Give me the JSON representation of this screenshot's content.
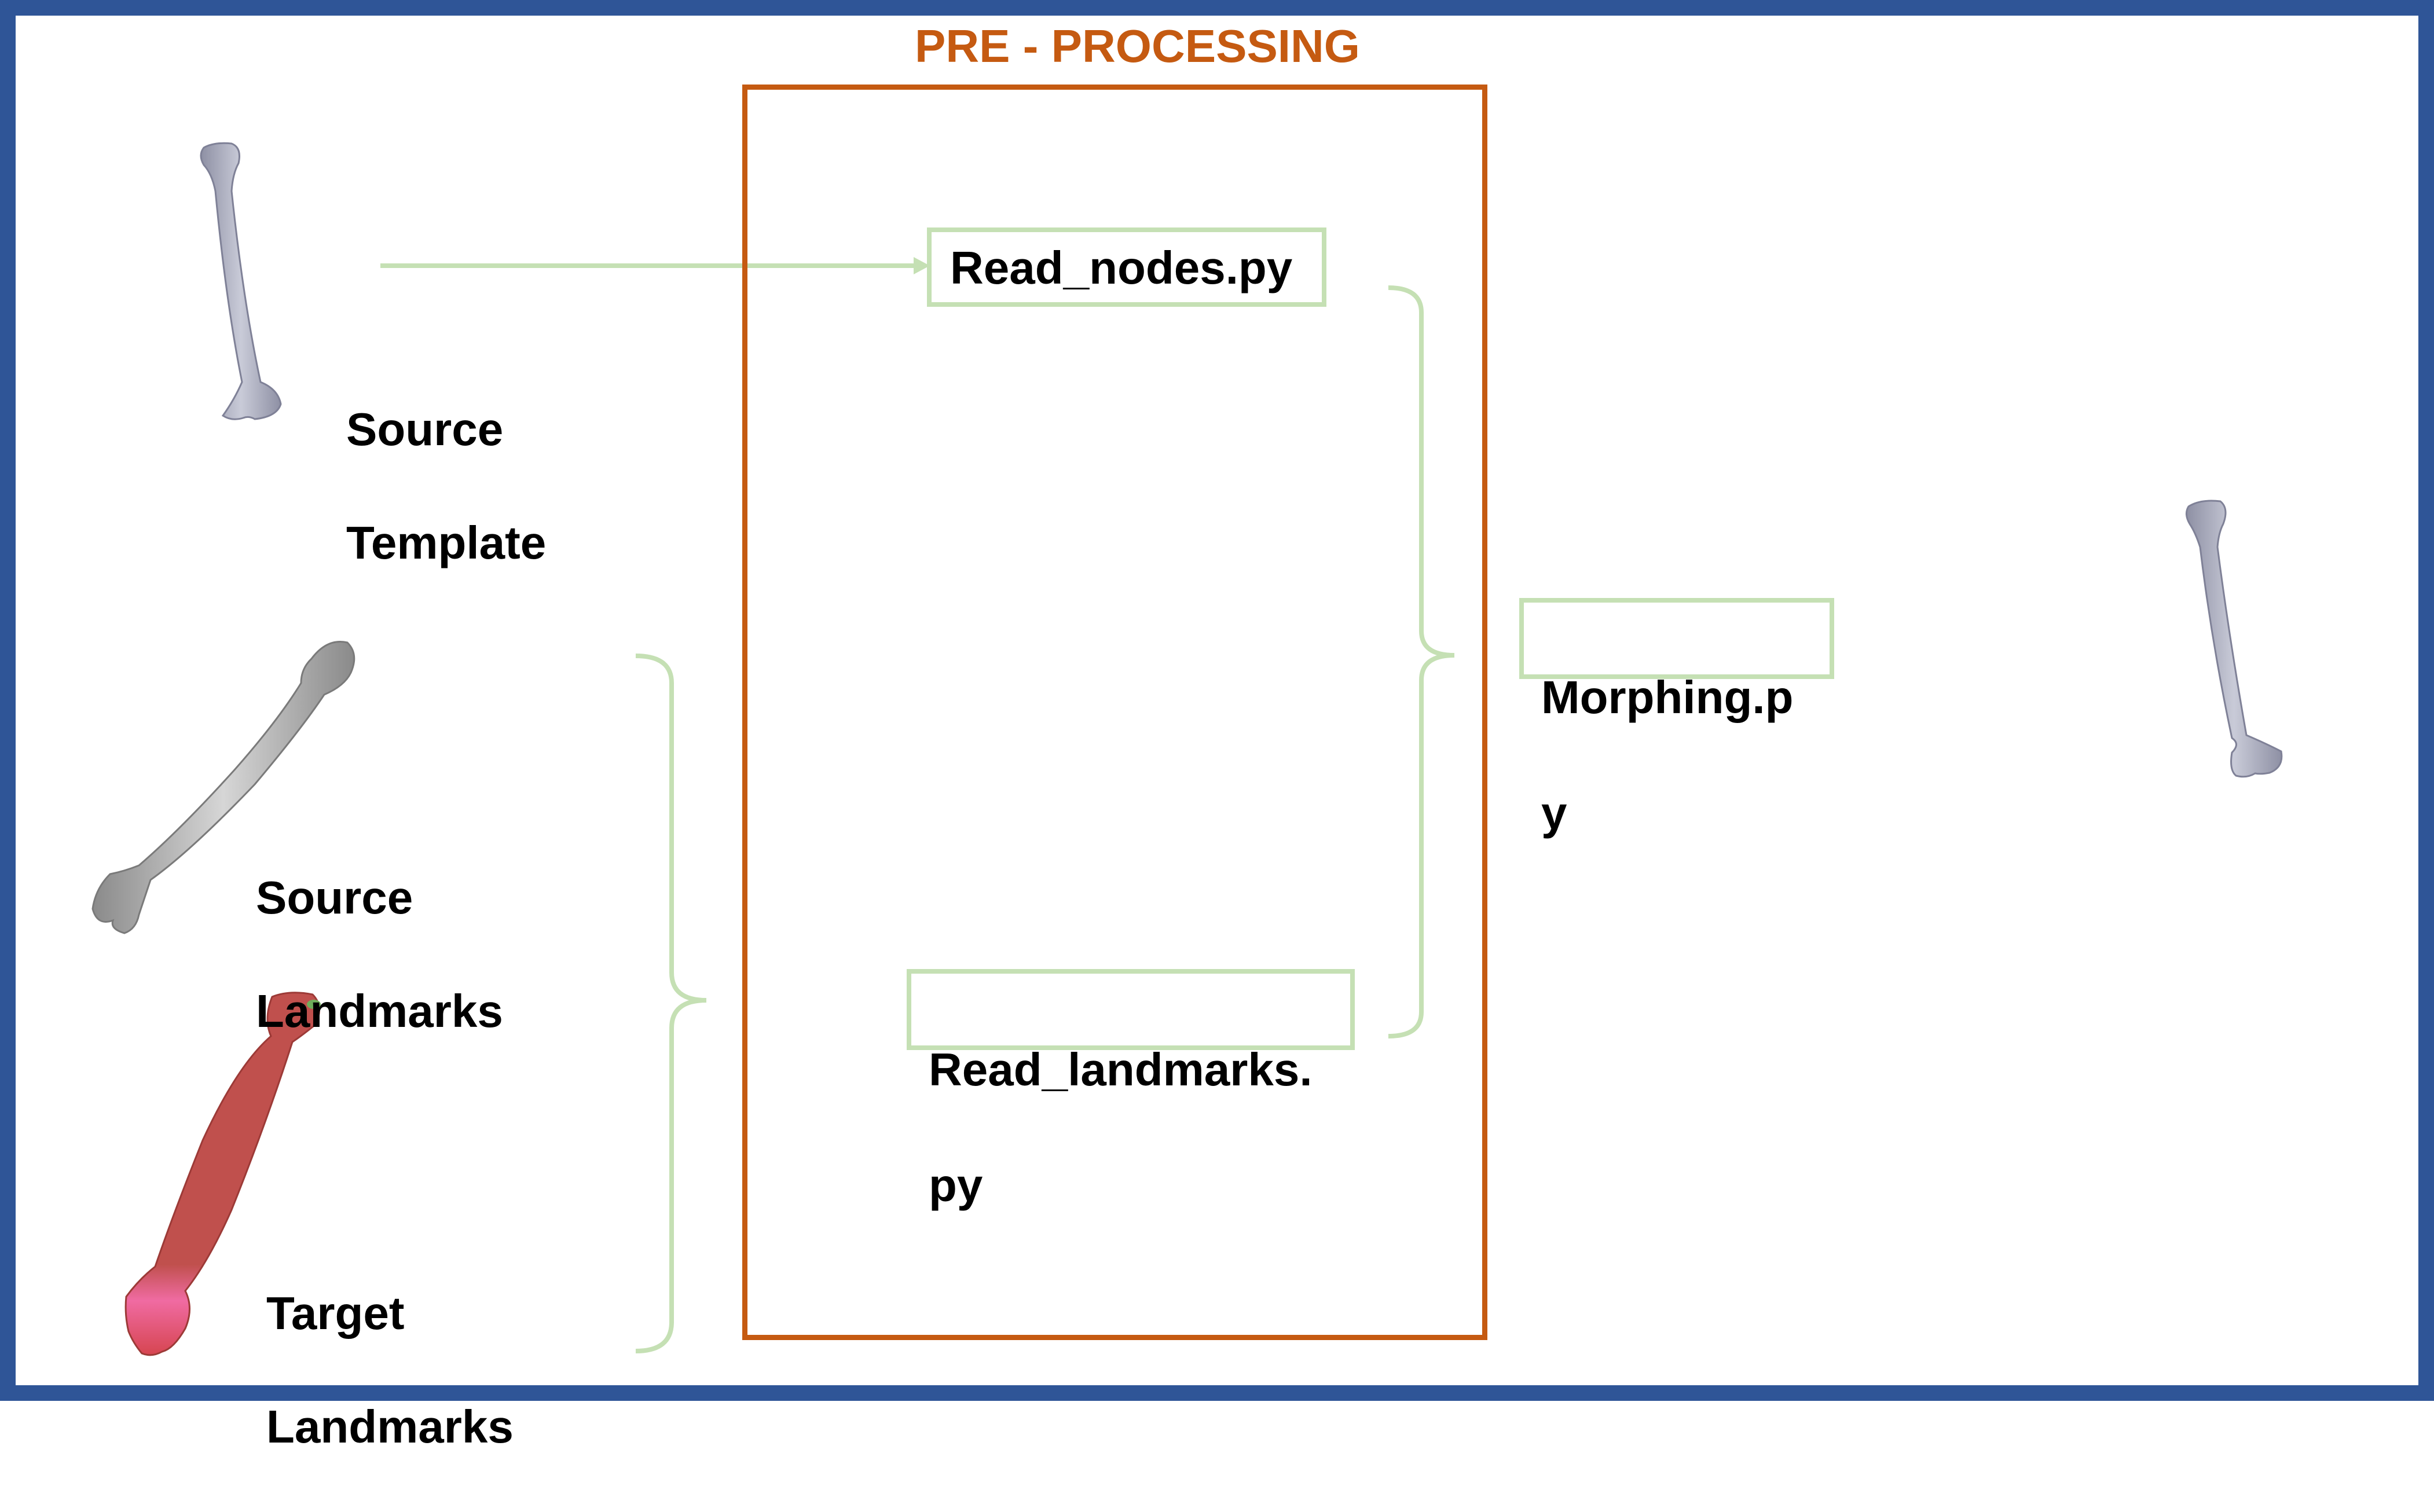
{
  "diagram": {
    "title": "PRE - PROCESSING",
    "inputs": {
      "source_template": {
        "label_line1": "Source",
        "label_line2": "Template"
      },
      "source_landmarks": {
        "label_line1": "Source",
        "label_line2": "Landmarks"
      },
      "target_landmarks": {
        "label_line1": "Target",
        "label_line2": "Landmarks"
      }
    },
    "scripts": {
      "read_nodes": {
        "label": "Read_nodes.py"
      },
      "read_landmarks": {
        "label_line1": "Read_landmarks.",
        "label_line2": "py"
      },
      "morphing": {
        "label_line1": "Morphing.p",
        "label_line2": "y"
      }
    },
    "colors": {
      "frame_border": "#2f5597",
      "preprocessing_accent": "#c55a11",
      "connector_green": "#c5e0b4",
      "bone_grey": "#a7a9b8",
      "bone_target_red": "#c0504d",
      "bone_target_pink": "#f06ba2"
    },
    "icons": [
      "bone-source-template-icon",
      "bone-source-landmarks-icon",
      "bone-target-landmarks-icon",
      "bone-morphed-output-icon"
    ]
  }
}
